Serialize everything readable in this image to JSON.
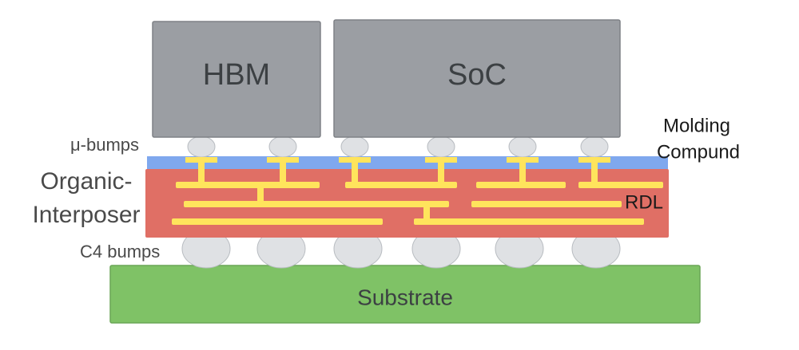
{
  "diagram": {
    "chips": {
      "hbm": "HBM",
      "soc": "SoC"
    },
    "labels": {
      "micro_bumps": "μ-bumps",
      "molding_line1": "Molding",
      "molding_line2": "Compund",
      "interposer_line1": "Organic-",
      "interposer_line2": "Interposer",
      "rdl": "RDL",
      "c4_bumps": "C4 bumps"
    },
    "substrate": "Substrate"
  },
  "colors": {
    "chip_fill": "#9b9ea3",
    "chip_stroke": "#7e8186",
    "chip_text": "#3c4043",
    "bump_fill": "#dfe1e4",
    "bump_stroke": "#b8bcc1",
    "molding": "#7fa8ee",
    "interposer": "#e06f65",
    "rdl_traces": "#ffe45c",
    "substrate": "#7fc266",
    "substrate_stroke": "#6aa657",
    "label_text": "#4a4a4a"
  }
}
